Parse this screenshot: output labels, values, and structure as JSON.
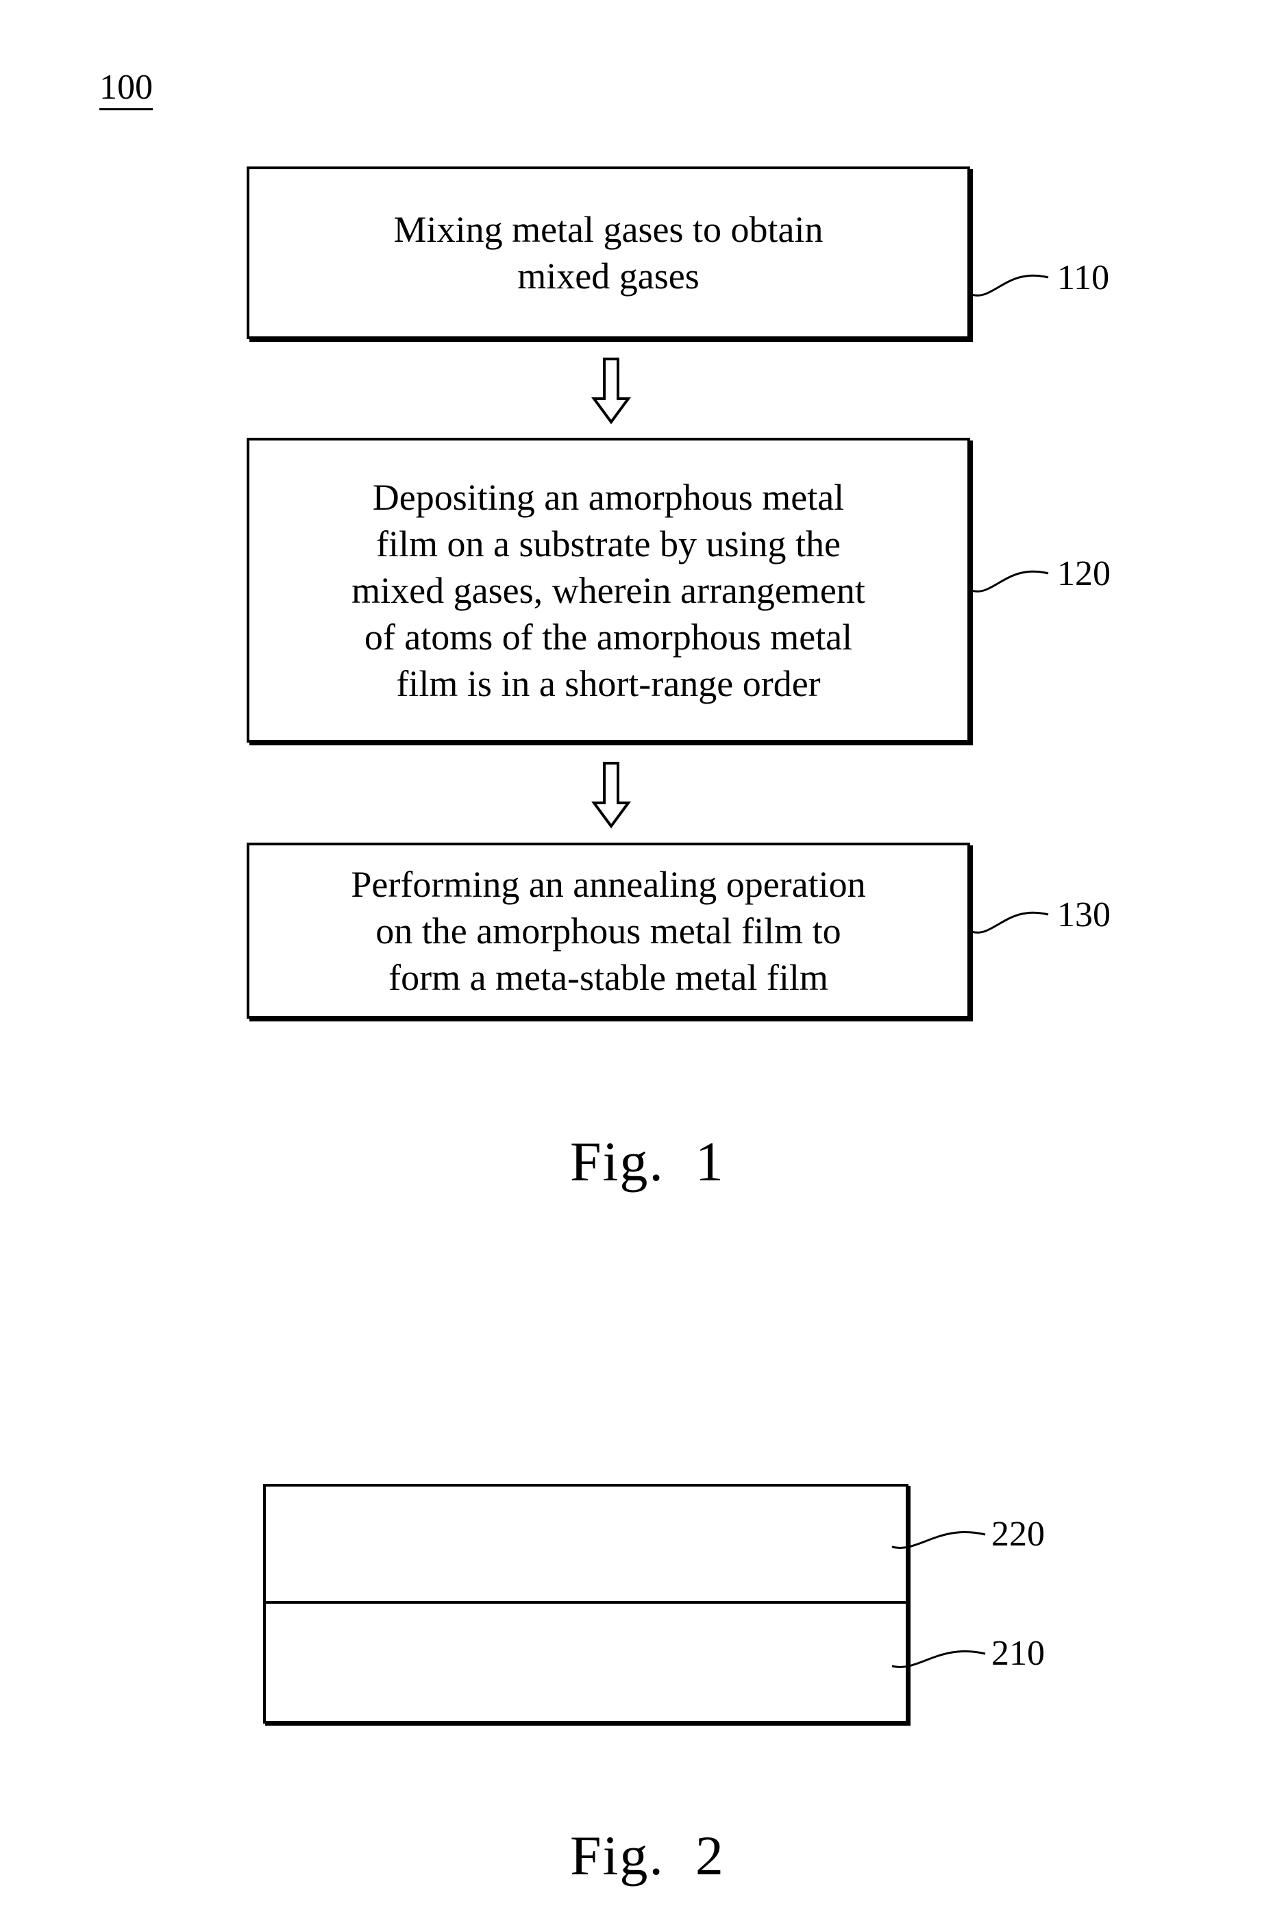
{
  "figure_ref": "100",
  "fig1": {
    "steps": [
      {
        "ref": "110",
        "text": "Mixing metal gases to obtain\nmixed gases"
      },
      {
        "ref": "120",
        "text": "Depositing an amorphous metal\nfilm on a substrate by using the\nmixed gases, wherein arrangement\nof atoms of the amorphous metal\nfilm is in a short-range order"
      },
      {
        "ref": "130",
        "text": "Performing an annealing operation\non the amorphous metal film to\nform a meta-stable metal film"
      }
    ],
    "caption": "Fig.  1"
  },
  "fig2": {
    "layers": [
      {
        "ref": "220"
      },
      {
        "ref": "210"
      }
    ],
    "caption": "Fig.  2"
  }
}
